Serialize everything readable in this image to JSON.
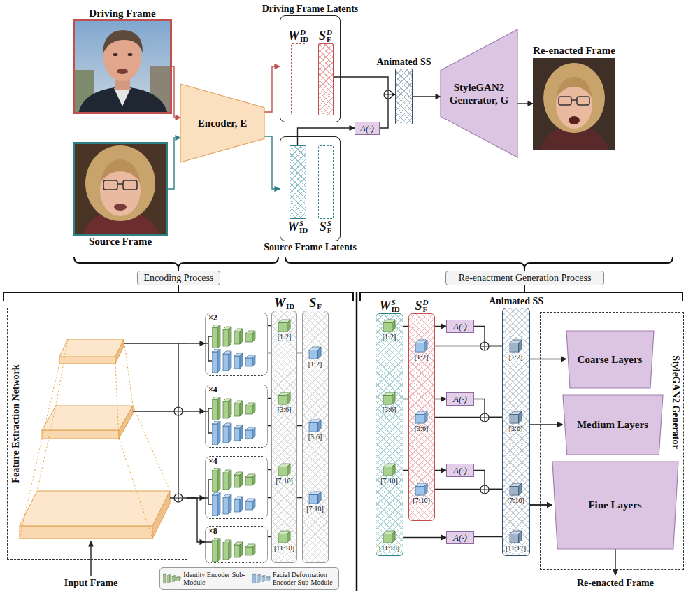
{
  "diagram": {
    "nodes": [
      {
        "text": [
          "Driving Frame"
        ]
      },
      {
        "text": [
          "Driving Frame Latents"
        ]
      },
      {
        "text": [
          "W",
          "D",
          "ID"
        ],
        "in": 1
      },
      {
        "text": [
          "S",
          "D",
          "F"
        ],
        "in": 1
      },
      {
        "text": [
          "Encoder, E"
        ]
      },
      {
        "text": [
          "Animated SS"
        ]
      },
      {
        "text": [
          "A(·)"
        ]
      },
      {
        "text": [
          "StyleGAN2 Generator, G"
        ]
      },
      {
        "text": [
          "Re-enacted Frame"
        ]
      },
      {
        "text": [
          "Source Frame"
        ]
      },
      {
        "text": [
          "Source Frame Latents"
        ]
      },
      {
        "text": [
          "W",
          "S",
          "ID"
        ],
        "in": 10
      },
      {
        "text": [
          "S",
          "S",
          "F"
        ],
        "in": 10
      },
      {
        "text": [
          "Encoding Process"
        ]
      },
      {
        "text": [
          "Re-enactment Generation Process"
        ]
      },
      {
        "text": [
          "Feature Extraction Network"
        ]
      },
      {
        "text": [
          "×2"
        ]
      },
      {
        "text": [
          "×4"
        ]
      },
      {
        "text": [
          "×4"
        ]
      },
      {
        "text": [
          "×8"
        ]
      },
      {
        "text": [
          "W",
          "ID"
        ]
      },
      {
        "text": [
          "[1:2]"
        ],
        "in": 20
      },
      {
        "text": [
          "[3:6]"
        ],
        "in": 20
      },
      {
        "text": [
          "[7:10]"
        ],
        "in": 20
      },
      {
        "text": [
          "[11:18]"
        ],
        "in": 20
      },
      {
        "text": [
          "S",
          "F"
        ]
      },
      {
        "text": [
          "[1:2]"
        ],
        "in": 25
      },
      {
        "text": [
          "[3:6]"
        ],
        "in": 25
      },
      {
        "text": [
          "[7:10]"
        ],
        "in": 25
      },
      {
        "text": [
          "W",
          "S",
          "ID"
        ]
      },
      {
        "text": [
          "[1:2]"
        ],
        "in": 29
      },
      {
        "text": [
          "[3:6]"
        ],
        "in": 29
      },
      {
        "text": [
          "[7:10]"
        ],
        "in": 29
      },
      {
        "text": [
          "[11:18]"
        ],
        "in": 29
      },
      {
        "text": [
          "S",
          "D",
          "F"
        ]
      },
      {
        "text": [
          "[1:2]"
        ],
        "in": 34
      },
      {
        "text": [
          "[3:6]"
        ],
        "in": 34
      },
      {
        "text": [
          "[7:10]"
        ],
        "in": 34
      },
      {
        "text": [
          "A(·)"
        ]
      },
      {
        "text": [
          "A(·)"
        ]
      },
      {
        "text": [
          "A(·)"
        ]
      },
      {
        "text": [
          "A(·)"
        ]
      },
      {
        "text": [
          "Animated SS"
        ]
      },
      {
        "text": [
          "[1:2]"
        ],
        "in": 42
      },
      {
        "text": [
          "[3:6]"
        ],
        "in": 42
      },
      {
        "text": [
          "[7:10]"
        ],
        "in": 42
      },
      {
        "text": [
          "[11:17]"
        ],
        "in": 42
      },
      {
        "text": [
          "StyleGAN2 Generator"
        ]
      },
      {
        "text": [
          "Coarse Layers"
        ],
        "in": 47
      },
      {
        "text": [
          "Medium Layers"
        ],
        "in": 47
      },
      {
        "text": [
          "Fine Layers"
        ],
        "in": 47
      }
    ],
    "edges": [
      {
        "from": 0,
        "to": 4,
        "arrow": "to"
      },
      {
        "from": 9,
        "to": 4,
        "arrow": "to"
      },
      {
        "from": 4,
        "to": 1,
        "arrow": "to"
      },
      {
        "from": 4,
        "to": 10,
        "arrow": "to"
      },
      {
        "from": 3,
        "to": 5,
        "arrow": "to"
      },
      {
        "from": 11,
        "to": 6,
        "arrow": "to"
      },
      {
        "from": 6,
        "to": 5,
        "arrow": "to"
      },
      {
        "from": 5,
        "to": 7,
        "arrow": "to"
      },
      {
        "from": 7,
        "to": 8,
        "arrow": "to"
      },
      {
        "from": 15,
        "to": 16,
        "arrow": "to"
      },
      {
        "from": 15,
        "to": 17,
        "arrow": "to"
      },
      {
        "from": 15,
        "to": 18,
        "arrow": "to"
      },
      {
        "from": 15,
        "to": 19,
        "arrow": "to"
      },
      {
        "from": 16,
        "to": 21,
        "arrow": "to"
      },
      {
        "from": 16,
        "to": 26,
        "arrow": "to"
      },
      {
        "from": 17,
        "to": 22,
        "arrow": "to"
      },
      {
        "from": 17,
        "to": 27,
        "arrow": "to"
      },
      {
        "from": 18,
        "to": 23,
        "arrow": "to"
      },
      {
        "from": 18,
        "to": 28,
        "arrow": "to"
      },
      {
        "from": 19,
        "to": 24,
        "arrow": "to"
      },
      {
        "from": 30,
        "to": 38,
        "arrow": "to"
      },
      {
        "from": 31,
        "to": 39,
        "arrow": "to"
      },
      {
        "from": 32,
        "to": 40,
        "arrow": "to"
      },
      {
        "from": 33,
        "to": 41,
        "arrow": "to"
      },
      {
        "from": 38,
        "to": 43,
        "arrow": "to"
      },
      {
        "from": 35,
        "to": 43,
        "arrow": "to"
      },
      {
        "from": 39,
        "to": 44,
        "arrow": "to"
      },
      {
        "from": 36,
        "to": 44,
        "arrow": "to"
      },
      {
        "from": 40,
        "to": 45,
        "arrow": "to"
      },
      {
        "from": 37,
        "to": 45,
        "arrow": "to"
      },
      {
        "from": 41,
        "to": 46,
        "arrow": "to"
      },
      {
        "from": 43,
        "to": 48,
        "arrow": "to"
      },
      {
        "from": 44,
        "to": 49,
        "arrow": "to"
      },
      {
        "from": 45,
        "to": 50,
        "arrow": "to"
      },
      {
        "from": 46,
        "to": 50,
        "arrow": "to"
      }
    ],
    "labels": [
      "Input Frame",
      "Re-enacted Frame"
    ],
    "legend": [
      {
        "text": "Identity Encoder Sub-Module",
        "color": "#a9d18e"
      },
      {
        "text": "Facial Deformation Encoder Sub-Module",
        "color": "#9dc3e6"
      }
    ]
  }
}
